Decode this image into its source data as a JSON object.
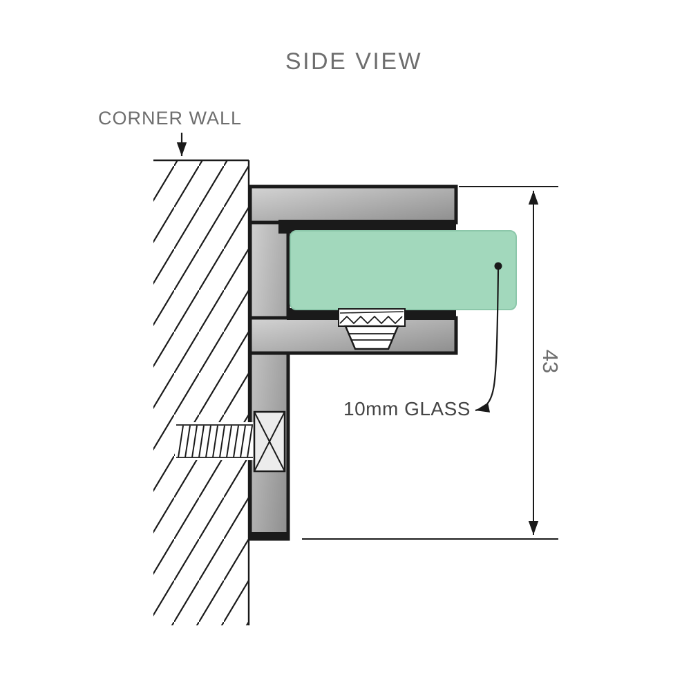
{
  "title": "SIDE VIEW",
  "labels": {
    "corner_wall": "CORNER WALL",
    "glass": "10mm GLASS",
    "dimension": "43"
  },
  "colors": {
    "line": "#1a1a1a",
    "text": "#6e6e6e",
    "text_dark": "#454545",
    "glass_fill": "#a2d8bc",
    "glass_edge": "#8cc7aa",
    "bracket_light": "#d4d4d4",
    "bracket_dark": "#8d8d8d",
    "screw_head": "#ececec",
    "white": "#ffffff",
    "background": "#ffffff"
  }
}
